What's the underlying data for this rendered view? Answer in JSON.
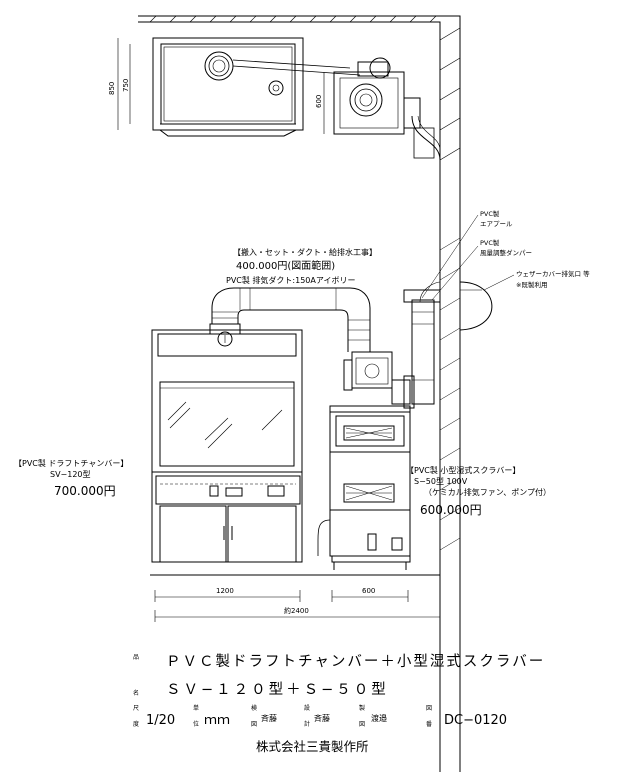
{
  "dimensions": {
    "plan_depth_outer": "850",
    "plan_depth_inner": "750",
    "plan_scrubber_depth": "600",
    "hood_width": "1200",
    "scrubber_width": "600",
    "overall_width": "約2400"
  },
  "callouts": {
    "air_pool": [
      "PVC製",
      "エアプール"
    ],
    "damper": [
      "PVC製",
      "風量調整ダンパー"
    ],
    "weather_cover": [
      "ウェザーカバー排気口 等",
      "※既製利用"
    ],
    "work_title": "【搬入・セット・ダクト・給排水工事】",
    "work_price": "400.000円(図面範囲)",
    "exhaust_duct": "PVC製 排気ダクト:150Aアイボリー",
    "hood_title": "【PVC製 ドラフトチャンバー】",
    "hood_model": "SV−120型",
    "hood_price": "700.000円",
    "scrubber_title": "【PVC製 小型湿式スクラバー】",
    "scrubber_model": "S−50型 100V",
    "scrubber_note": "（ケミカル排気ファン、ポンプ付）",
    "scrubber_price": "600.000円"
  },
  "title_block": {
    "name_label_top": "品",
    "name_label_bottom": "名",
    "product_name": "ＰＶＣ製ドラフトチャンバー＋小型湿式スクラバー",
    "model_name": "ＳＶ−１２０型＋Ｓ−５０型",
    "scale_label": [
      "尺",
      "度"
    ],
    "scale": "1/20",
    "unit_label": [
      "単",
      "位"
    ],
    "unit": "ｍｍ",
    "checked_label": [
      "検",
      "図"
    ],
    "checked_by": "斉藤",
    "designed_label": [
      "設",
      "計"
    ],
    "designed_by": "斉藤",
    "drawn_label": [
      "製",
      "図"
    ],
    "drawn_by": "渡邉",
    "drawing_no_label": [
      "図",
      "番"
    ],
    "drawing_no": "DC−0120",
    "company": "株式会社三貴製作所"
  }
}
